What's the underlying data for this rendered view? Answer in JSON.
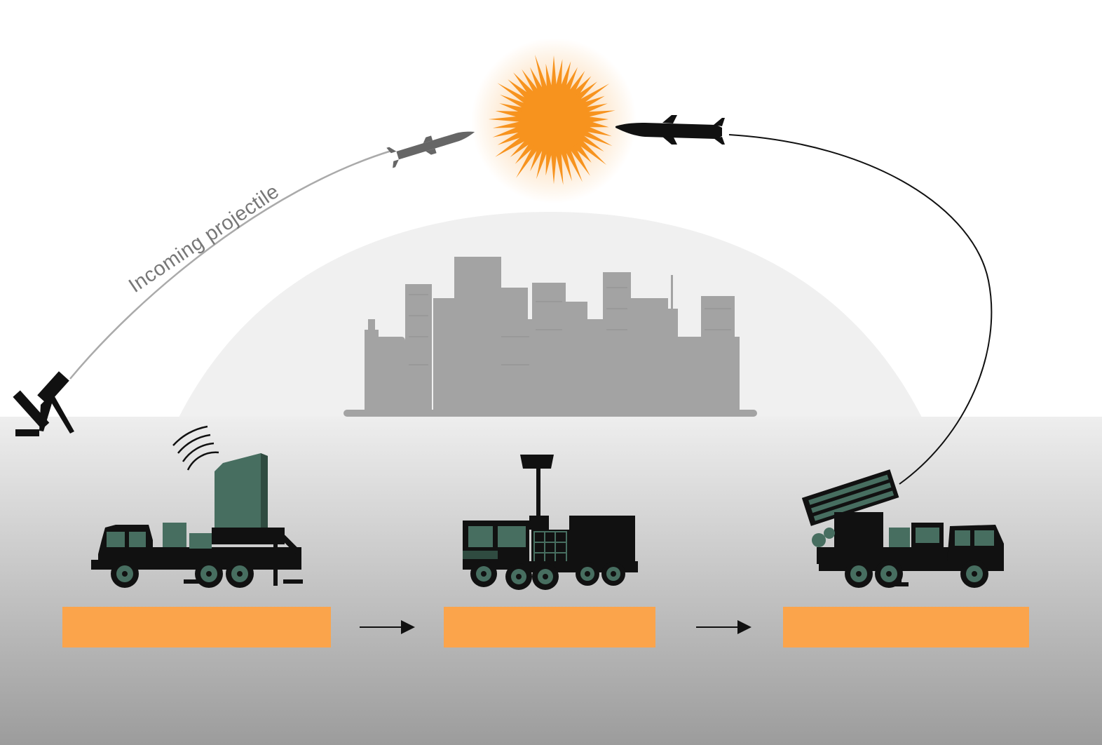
{
  "diagram": {
    "incoming_label": "Incoming projectile",
    "stages": [
      {
        "id": "detection",
        "unit": "radar-truck",
        "label": ""
      },
      {
        "id": "control",
        "unit": "control-truck",
        "label": ""
      },
      {
        "id": "interception",
        "unit": "launcher-truck",
        "label": ""
      }
    ],
    "arrows": [
      "detection-to-control",
      "control-to-interception"
    ],
    "colors": {
      "explosion": "#f7931e",
      "label_box": "#fba44b",
      "vehicle_dark": "#111111",
      "vehicle_accent": "#476e60",
      "city": "#a3a3a3",
      "dome": "#f0f0f0",
      "ground_top": "#eeeeee",
      "ground_bottom": "#9c9c9c",
      "incoming_missile": "#666666",
      "interceptor": "#111111"
    },
    "icons": [
      "mortar-icon",
      "incoming-missile-icon",
      "explosion-icon",
      "interceptor-missile-icon",
      "radar-wave-icon",
      "city-skyline-icon"
    ]
  }
}
